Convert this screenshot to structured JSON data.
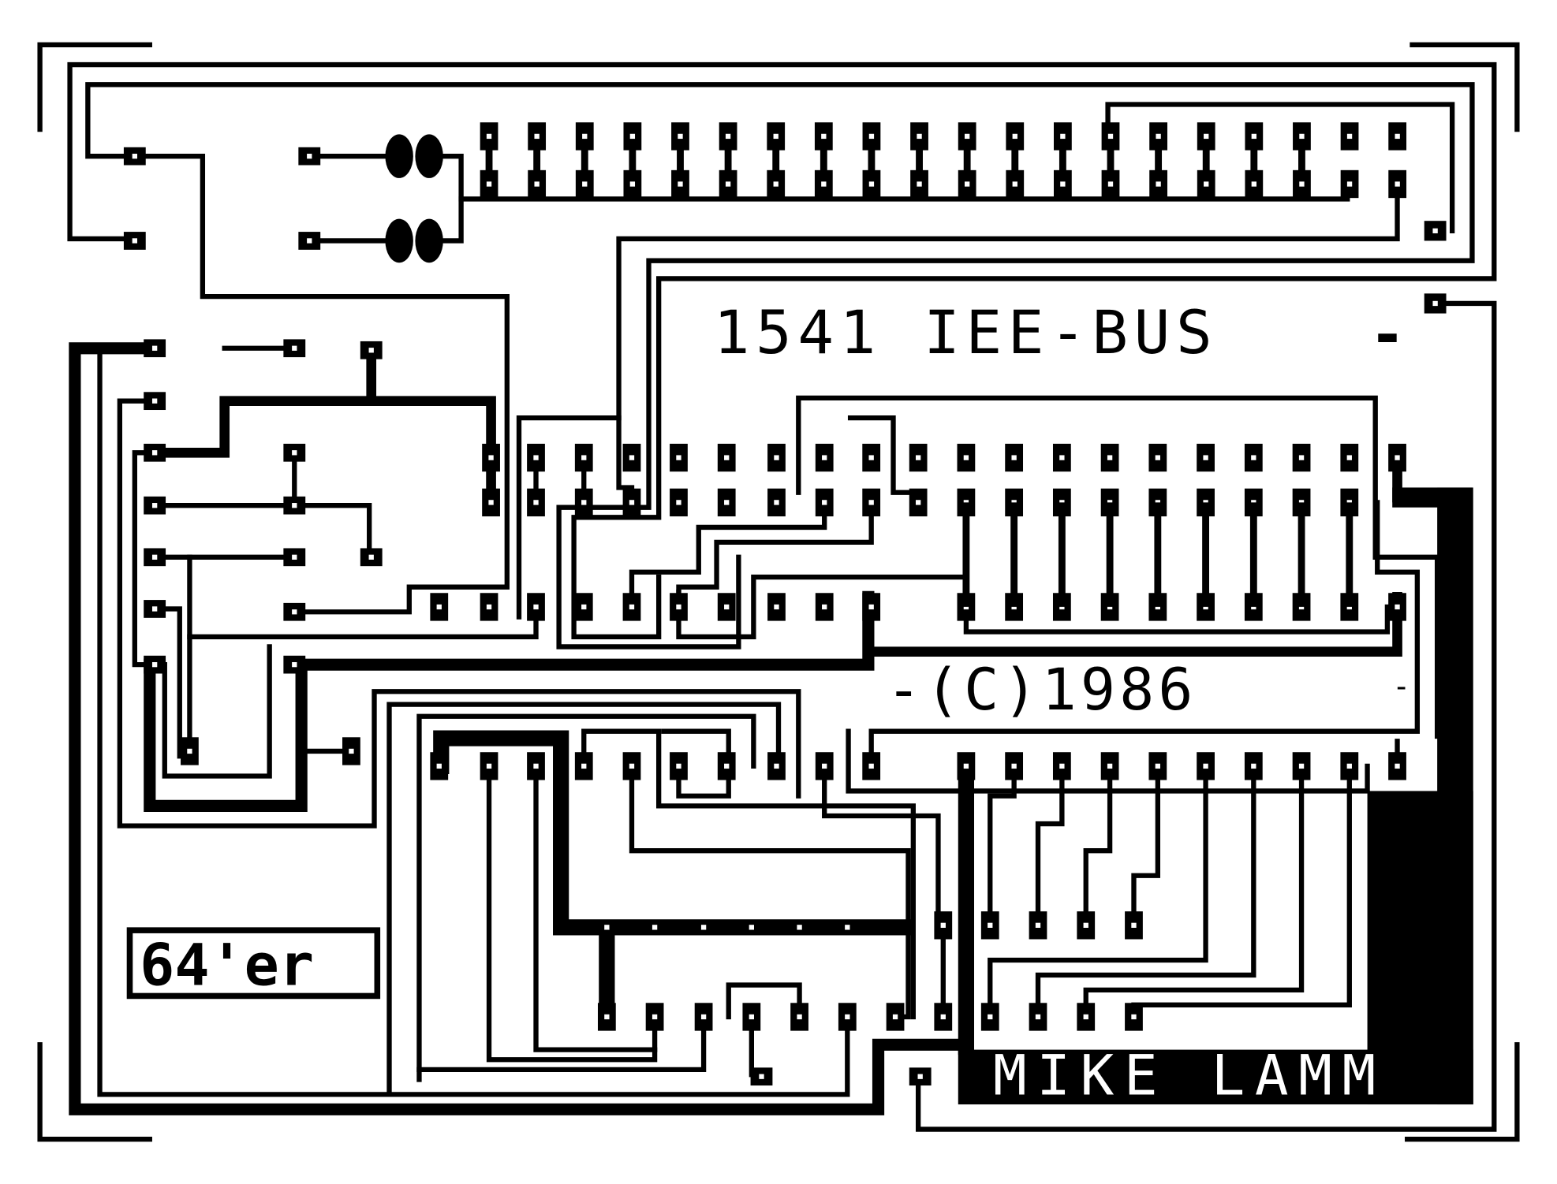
{
  "title_label": "1541 IEE-BUS",
  "title_dash": "-",
  "copyright_label": "-(C)1986",
  "copyright_dash": "-",
  "magazine_label": "64'er",
  "author_label": "MIKE LAMM",
  "colors": {
    "copper": "#000000",
    "board": "#ffffff"
  }
}
